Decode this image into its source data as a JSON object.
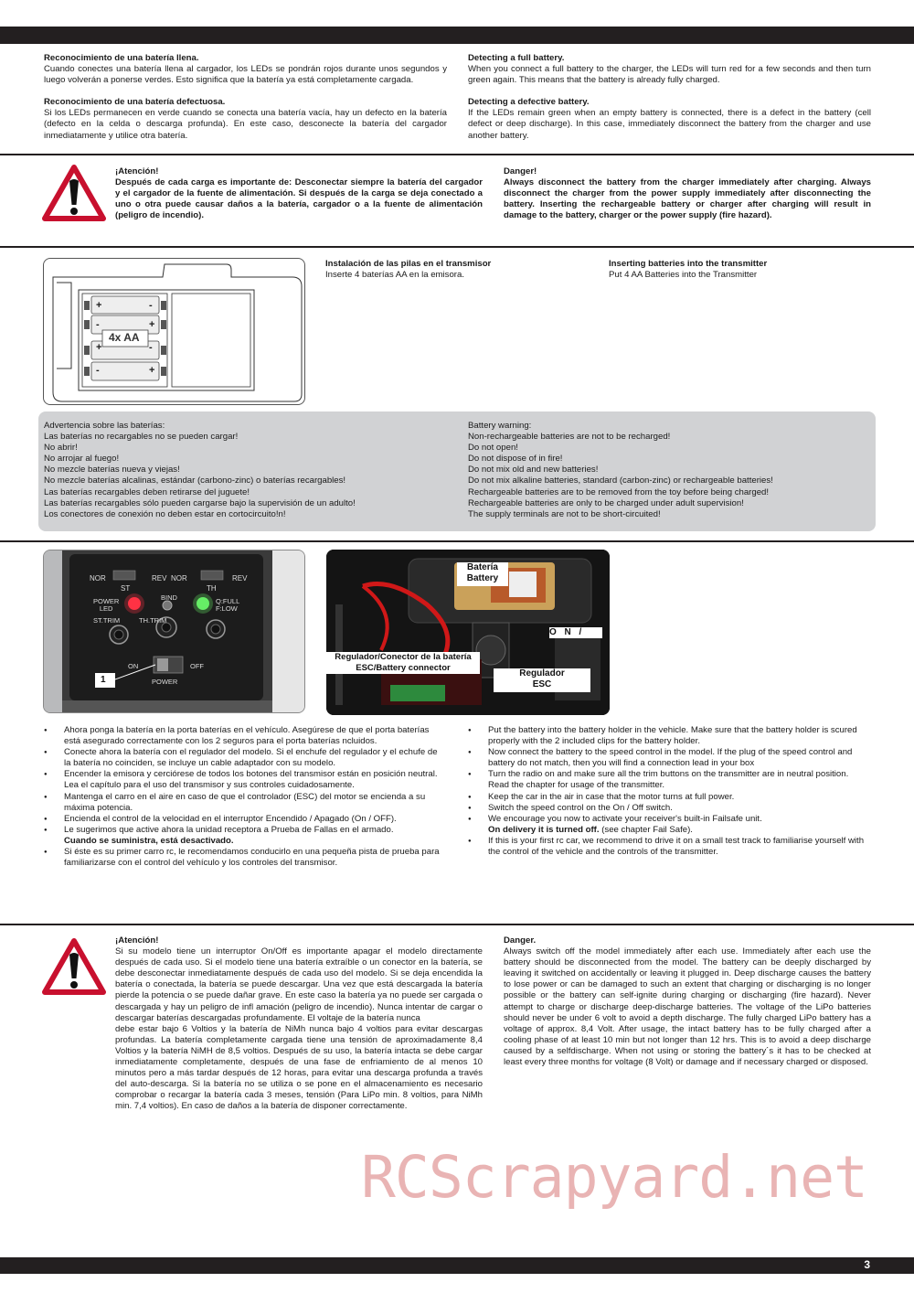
{
  "page_number": "3",
  "watermark": "RCScrapyard.net",
  "section1": {
    "es": {
      "full_title": "Reconocimiento de una batería llena.",
      "full_text": "Cuando conectes una batería llena al cargador, los LEDs se pondrán rojos durante unos segundos y luego volverán a ponerse verdes. Esto significa que la batería ya está completamente cargada.",
      "defect_title": "Reconocimiento de una batería defectuosa.",
      "defect_text": "Si los LEDs permanecen en verde cuando se conecta una batería vacía, hay un defecto en la batería (defecto en la celda o descarga profunda). En este caso, desconecte la batería del cargador inmediatamente y utilice otra batería."
    },
    "en": {
      "full_title": "Detecting a full battery.",
      "full_text": "When you connect a full battery to the charger, the LEDs will turn red for a few seconds and then turn green again. This means that the battery is already fully charged.",
      "defect_title": "Detecting a defective battery.",
      "defect_text": "If the LEDs remain green when an empty battery is connected, there is a defect in the battery (cell defect or deep discharge). In this case, immediately disconnect the battery from the charger and use another battery."
    }
  },
  "warning1": {
    "es_title": "¡Atención!",
    "es_text": "Después de cada carga es importante de: Desconectar siempre la batería del cargador y el cargador de la fuente de alimentación. Si después de la carga se deja conectado a uno o otra puede causar daños a la batería, cargador o a la fuente de alimentación (peligro de incendio).",
    "en_title": "Danger!",
    "en_text": "Always disconnect the battery from the charger immediately after charging. Always disconnect the charger from the power supply immediately after disconnecting the battery. Inserting the rechargeable battery or charger after charging will result in damage to the battery, charger or the power supply (fire hazard)."
  },
  "insert": {
    "es_title": "Instalación de las pilas en el transmisor",
    "es_text": "Inserte 4 baterías AA en la emisora.",
    "en_title": "Inserting batteries into the transmitter",
    "en_text": "Put 4 AA Batteries into the Transmitter",
    "battery_label": "4x AA",
    "plus": "+",
    "minus": "-"
  },
  "battery_warning": {
    "es_title": "Advertencia sobre las baterías:",
    "es_lines": [
      "Las baterías no recargables no se pueden cargar!",
      "No abrir!",
      "No arrojar al fuego!",
      "No mezcle baterías nueva y viejas!",
      "No mezcle baterías alcalinas, estándar (carbono-zinc) o baterías recargables!",
      "Las baterías recargables deben retirarse del juguete!",
      "Las baterías recargables sólo pueden cargarse bajo la supervisión de un adulto!",
      "Los conectores de conexión no deben estar en cortocircuito!n!"
    ],
    "en_title": "Battery warning:",
    "en_lines": [
      "Non-rechargeable batteries are not to be recharged!",
      "Do not open!",
      "Do not dispose of in fire!",
      "Do not mix old and new batteries!",
      "Do not mix alkaline batteries, standard (carbon-zinc) or rechargeable batteries!",
      "Rechargeable batteries are to be removed from the toy before being charged!",
      "Rechargeable batteries are only to be charged under adult supervision!",
      "The supply terminals are not to be short-circuited!"
    ]
  },
  "panel": {
    "nor1": "NOR",
    "st": "ST",
    "rev1": "REV",
    "nor2": "NOR",
    "th": "TH",
    "rev2": "REV",
    "power_led": "POWER\nLED",
    "bind": "BIND",
    "full_flow": "Q:FULL\nF:LOW",
    "st_trim": "ST.TRIM",
    "th_trim": "TH.TRIM",
    "on": "ON",
    "off": "OFF",
    "power": "POWER",
    "callout": "1"
  },
  "car_photo": {
    "battery_label_es": "Batería",
    "battery_label_en": "Battery",
    "on_label": "O N /",
    "esc_connector": "Regulador/Conector de la batería\nESC/Battery connector",
    "esc_es": "Regulador",
    "esc_en": "ESC"
  },
  "instructions": {
    "es": [
      "Ahora ponga la batería en la porta baterías en el vehículo. Asegúrese de que el porta baterías está asegurado correctamente con los 2 seguros para el porta baterías ncluidos.",
      "Conecte ahora la batería con el regulador del modelo. Si el enchufe del regulador y el echufe de la batería no coinciden, se incluye un cable adaptador con su modelo.",
      "Encender la emisora y cerciórese de todos los botones del transmisor están en posición neutral. Lea el capítulo para el uso del transmisor y sus controles cuidadosamente.",
      "Mantenga el carro en el aire en caso de que el controlador (ESC) del motor se encienda a su máxima potencia.",
      "Encienda el control de la velocidad en el interruptor Encendido / Apagado (On / OFF).",
      "Le sugerimos que active ahora la unidad receptora a Prueba de Fallas en el armado.",
      "Si éste es su primer carro rc, le recomendamos conducirlo en una pequeña pista de prueba para familiarizarse con el control del vehículo y los controles del transmisor."
    ],
    "es_bold": "Cuando se suministra, está desactivado.",
    "en": [
      "Put the battery into the battery holder in the vehicle. Make sure that the battery holder is scured properly with the 2 included clips for the battery holder.",
      "Now connect the battery to the speed control in the model. If the plug of the speed control and battery do not match, then you will find a connection lead in your box",
      "Turn the radio on and make sure all the trim buttons on the transmitter are in neutral position. Read the chapter for usage of the transmitter.",
      "Keep the car in the air in case that the motor turns at full power.",
      "Switch the speed control on the On / Off switch.",
      "We encourage you now to activate your receiver's built-in Failsafe unit.",
      "If this is your first rc car, we recommend to drive it on a small test track to familiarise yourself with the control of the vehicle and the controls of the transmitter."
    ],
    "en_bold": "On delivery it is turned off.",
    "en_bold_rest": " (see chapter Fail Safe)."
  },
  "warning2": {
    "es_title": "¡Atención!",
    "es_text": "Si su modelo tiene un interruptor On/Off es importante apagar el modelo directamente después de cada uso. Si el modelo tiene una batería extraíble o un conector en la batería, se debe desconectar inmediatamente después de cada uso del modelo. Si se deja encendida la batería o conectada, la batería se puede descargar. Una vez que está descargada la batería pierde la potencia o se puede dañar grave. En este caso la batería ya no puede ser cargada o descargada y hay un peligro de infl amación (peligro de incendio). Nunca intentar de cargar o descargar baterías descargadas profundamente. El voltaje de la batería nunca",
    "es_text2": "debe estar bajo 6 Voltios y la batería de NiMh nunca bajo 4 voltios para evitar descargas profundas. La batería completamente cargada tiene una tensión de aproximadamente 8,4 Voltios y la batería NiMH de 8,5 voltios. Después de su uso, la batería intacta se debe cargar inmediatamente completamente, después de una fase de enfriamiento de al menos 10 minutos pero a más tardar después de 12 horas, para evitar una descarga profunda a través del auto-descarga. Si la batería no se utiliza o se pone en el almacenamiento es necesario comprobar o recargar la batería cada 3 meses, tensión (Para LiPo min. 8 voltios, para NiMh min. 7,4 voltios). En caso de daños a la batería de disponer correctamente.",
    "en_title": "Danger.",
    "en_text": "Always switch off the model immediately after each use. Immediately after each use the battery should be disconnected from the model. The battery can be deeply discharged by leaving it switched on accidentally or leaving it plugged in. Deep discharge causes the battery to lose power or can be damaged to such an extent that charging or discharging is no longer possible or the battery can self-ignite during charging or discharging (fire hazard). Never attempt to charge or discharge deep-discharge batteries. The voltage of the LiPo batteries should never be under 6 volt to avoid a depth discharge. The fully charged LiPo battery has a voltage of approx. 8,4 Volt. After usage, the intact battery has to be fully charged after a cooling phase of at least 10 min but not longer than 12 hrs. This is to avoid a deep discharge caused by a selfdischarge. When not using or storing the battery´s it has to be checked at least every three months for voltage (8 Volt) or damage and if necessary charged or disposed."
  }
}
